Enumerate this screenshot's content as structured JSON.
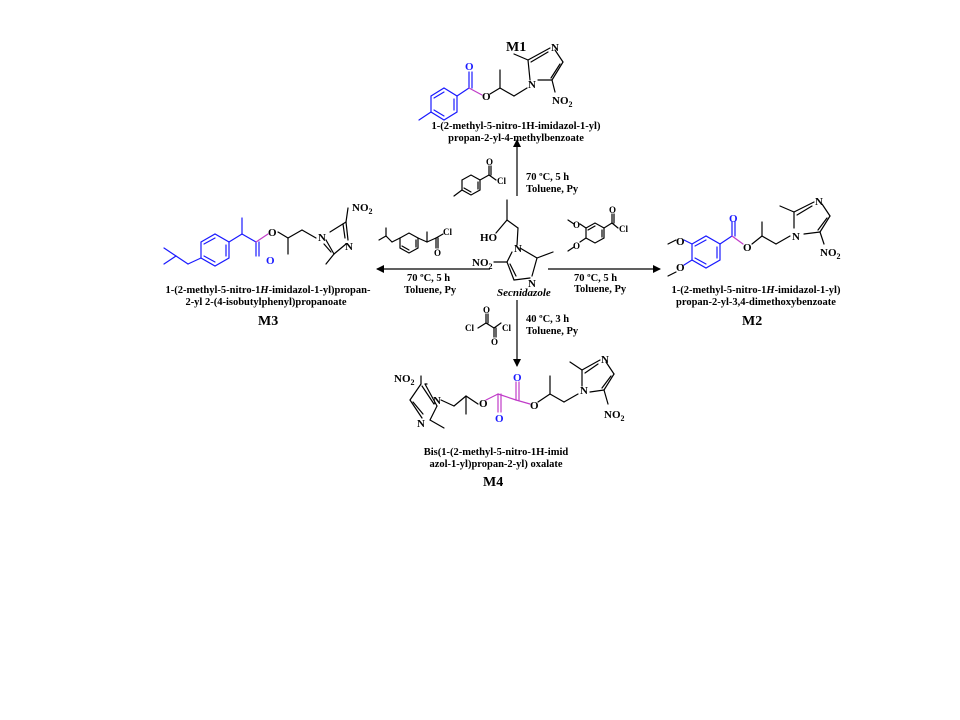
{
  "center": {
    "name": "Secnidazole"
  },
  "atoms": {
    "N": "N",
    "O": "O",
    "Cl": "Cl",
    "HO": "HO",
    "NO2": "NO",
    "sub2": "2"
  },
  "products": {
    "m1": {
      "label": "M1",
      "name_line1": "1-(2-methyl-5-nitro-1H-imidazol-1-yl)",
      "name_line2": "propan-2-yl-4-methylbenzoate"
    },
    "m2": {
      "label": "M2",
      "name_pre": "1-(2-methyl-5-nitro-1",
      "name_italic": "H",
      "name_post": "-imidazol-1-yl)",
      "name_line2": "propan-2-yl-3,4-dimethoxybenzoate"
    },
    "m3": {
      "label": "M3",
      "name_pre": "1-(2-methyl-5-nitro-1",
      "name_italic": "H",
      "name_post": "-imidazol-1-yl)propan-",
      "name_line2": "2-yl 2-(4-isobutylphenyl)propanoate"
    },
    "m4": {
      "label": "M4",
      "name_line1": "Bis(1-(2-methyl-5-nitro-1H-imid",
      "name_line2": "azol-1-yl)propan-2-yl) oxalate"
    }
  },
  "conditions": {
    "up": {
      "line1": "70 ºC, 5 h",
      "line2": "Toluene, Py"
    },
    "right": {
      "line1": "70 ºC, 5 h",
      "line2": "Toluene, Py"
    },
    "left": {
      "line1": "70 ºC, 5 h",
      "line2": "Toluene, Py"
    },
    "down": {
      "line1": "40 ºC, 3 h",
      "line2": "Toluene, Py"
    }
  },
  "colors": {
    "acyl_blue": "#1a1aff",
    "ester_magenta": "#c03cc8",
    "ink": "#000000"
  }
}
